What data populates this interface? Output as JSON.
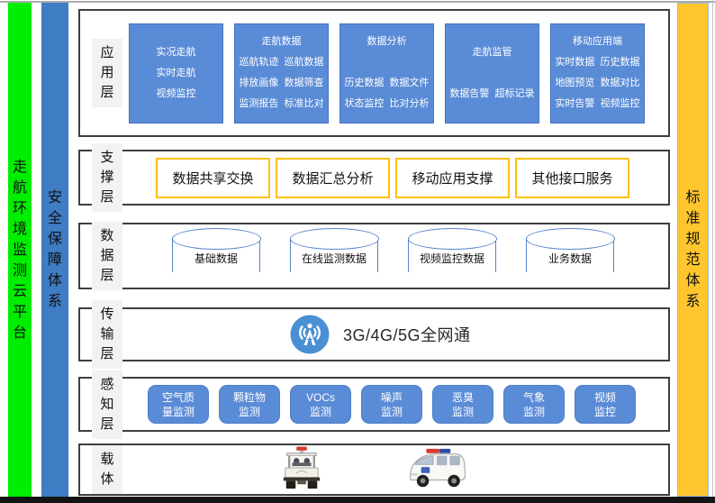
{
  "sidebars": {
    "platform": "走航环境监测云平台",
    "security": "安全保障体系",
    "standards": "标准规范体系"
  },
  "app_layer": {
    "label": "应用层",
    "boxes": [
      {
        "lines": [
          "实况走航",
          "实时走航",
          "视频监控"
        ]
      },
      {
        "title": "走航数据",
        "lines": [
          "巡航轨迹  巡航数据",
          "排放画像  数据筛查",
          "监测报告  标准比对"
        ]
      },
      {
        "title": "数据分析",
        "lines": [
          "历史数据  数据文件",
          "状态监控  比对分析"
        ]
      },
      {
        "title": "走航监管",
        "lines": [
          "数据告警  超标记录"
        ]
      },
      {
        "title": "移动应用端",
        "lines": [
          "实时数据  历史数据",
          "地图预览  数据对比",
          "实时告警  视频监控"
        ]
      }
    ]
  },
  "support_layer": {
    "label": "支撑层",
    "items": [
      "数据共享交换",
      "数据汇总分析",
      "移动应用支撑",
      "其他接口服务"
    ]
  },
  "data_layer": {
    "label": "数据层",
    "cylinders": [
      "基础数据",
      "在线监测数据",
      "视频监控数据",
      "业务数据"
    ]
  },
  "transport_layer": {
    "label": "传输层",
    "network_text": "3G/4G/5G全网通",
    "icon": "antenna-signal-icon"
  },
  "sense_layer": {
    "label": "感知层",
    "buttons": [
      [
        "空气质",
        "量监测"
      ],
      [
        "颗粒物",
        "监测"
      ],
      [
        "VOCs",
        "监测"
      ],
      [
        "噪声",
        "监测"
      ],
      [
        "恶臭",
        "监测"
      ],
      [
        "气象",
        "监测"
      ],
      [
        "视频",
        "监控"
      ]
    ]
  },
  "carrier_layer": {
    "label": "载体",
    "vehicles": [
      "monitoring-truck",
      "patrol-van"
    ]
  },
  "colors": {
    "platform_bar_green": "#00ee00",
    "security_bar_blue": "#3e7cc3",
    "standards_bar_yellow": "#ffc62e",
    "app_box_blue": "#5a8bd6",
    "app_box_border": "#4472c4",
    "support_box_border": "#ffc000",
    "section_border": "#3f3f3f",
    "cylinder_border": "#5585cb",
    "antenna_icon_blue": "#4a8fd3",
    "layer_label_bg": "#f2f2f2"
  }
}
